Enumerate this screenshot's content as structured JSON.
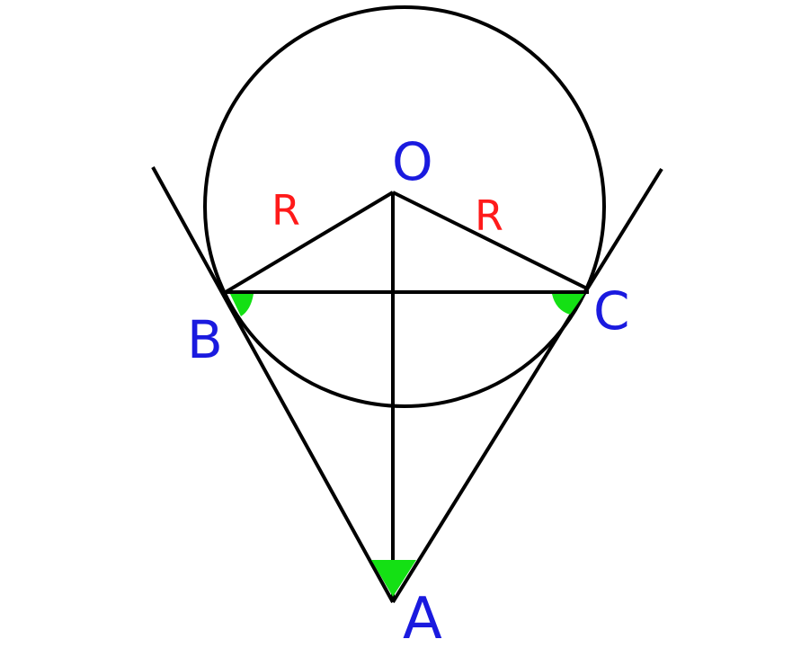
{
  "diagram": {
    "points": {
      "O": "O",
      "A": "A",
      "B": "B",
      "C": "C"
    },
    "segment_labels": {
      "OB": "R",
      "OC": "R"
    },
    "colors": {
      "lines": "#000000",
      "point_labels": "#1a1adf",
      "radius_labels": "#ff1a1a",
      "angle_marks": "#14e014",
      "background": "#ffffff"
    }
  }
}
